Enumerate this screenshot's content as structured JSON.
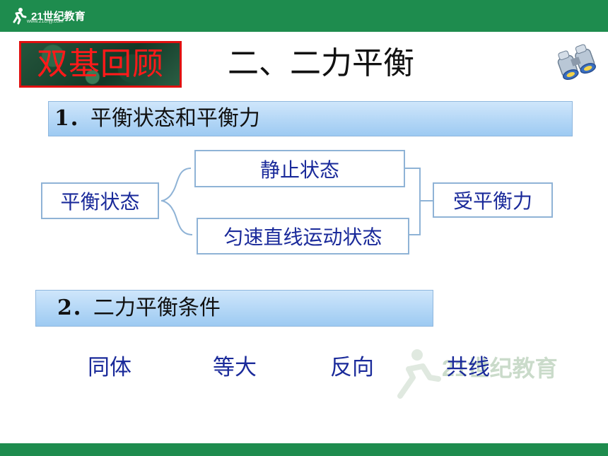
{
  "header": {
    "logo_text": "21世纪教育",
    "logo_url": "www.21cnjy.com"
  },
  "badge": {
    "label": "双基回顾"
  },
  "slide": {
    "title": "二、二力平衡"
  },
  "section1": {
    "number": "1．",
    "label": "平衡状态和平衡力"
  },
  "diagram": {
    "state": "平衡状态",
    "static": "静止状态",
    "uniform": "匀速直线运动状态",
    "balanced_force": "受平衡力"
  },
  "section2": {
    "number": "2．",
    "label": "二力平衡条件"
  },
  "conditions": [
    "同体",
    "等大",
    "反向",
    "共线"
  ],
  "watermark": {
    "text": "21世纪教育"
  },
  "colors": {
    "header_bar": "#1e8c4e",
    "badge_text": "#ff1a1a",
    "box_text": "#1a2a9a",
    "section_fill": "#9dcaf2"
  },
  "icons": {
    "logo": "running-person-icon",
    "decor": "binoculars-icon"
  }
}
